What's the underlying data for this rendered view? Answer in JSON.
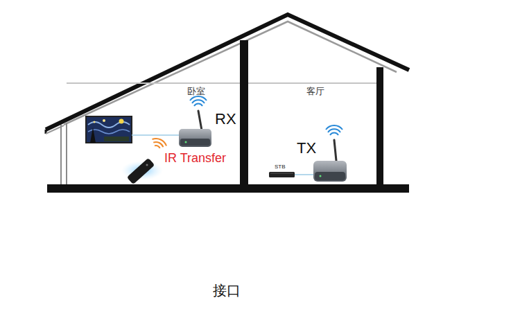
{
  "diagram": {
    "nodes": [
      {
        "text": [
          "卧室"
        ]
      },
      {
        "text": [
          "RX"
        ],
        "in": 0
      },
      {
        "text": [
          "客厅"
        ]
      },
      {
        "text": [
          "STB"
        ],
        "in": 2
      },
      {
        "text": [
          "TX"
        ],
        "in": 2
      }
    ],
    "edges": [
      {
        "from": 3,
        "to": 4,
        "arrow": "none"
      }
    ],
    "labels": [
      "IR Transfer",
      "接口"
    ]
  }
}
